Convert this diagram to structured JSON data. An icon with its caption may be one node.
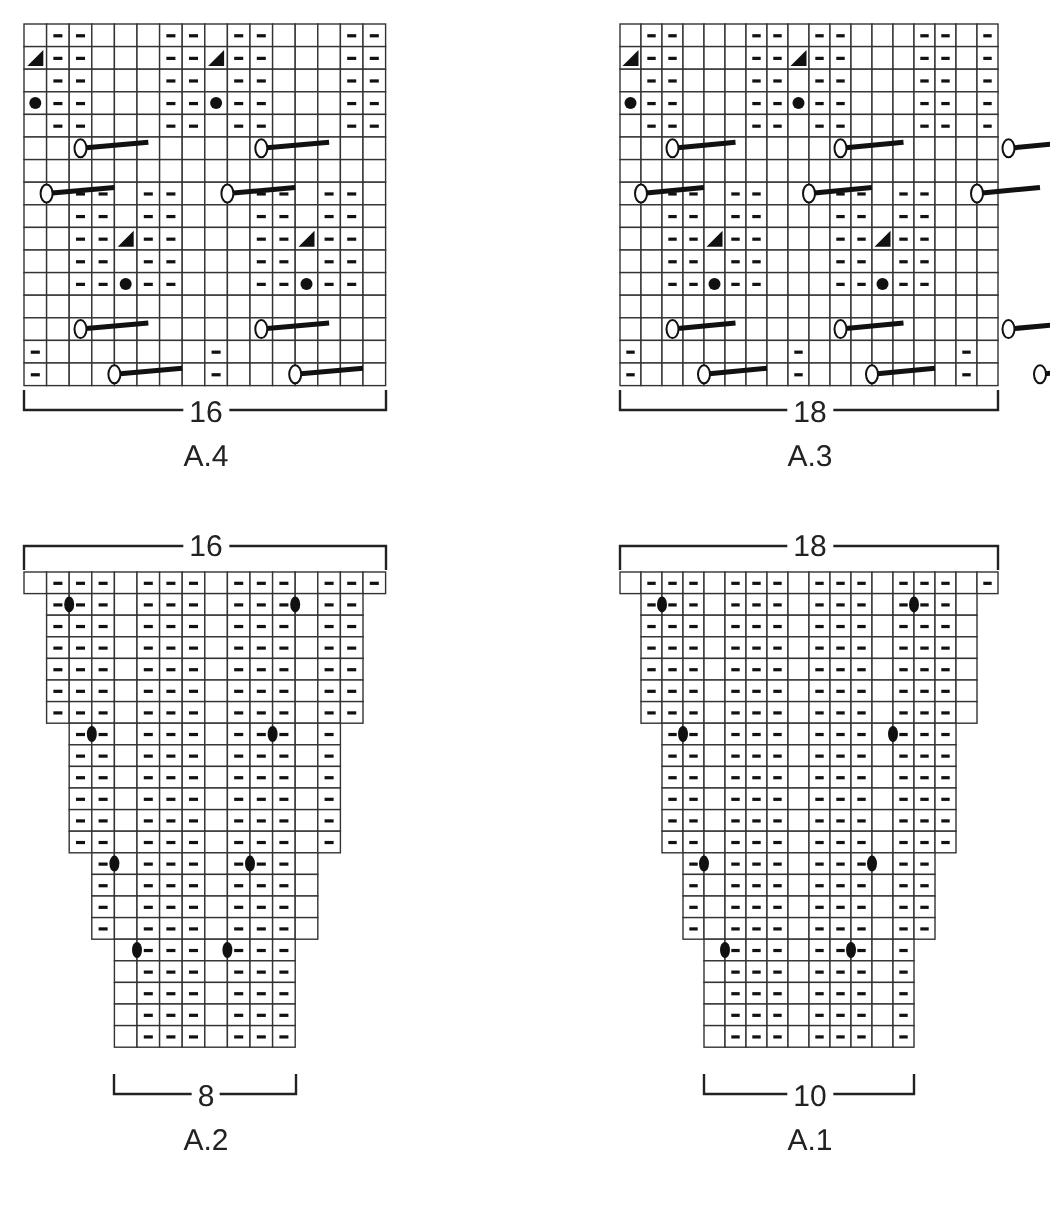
{
  "diagram": {
    "labels": [
      "16",
      "A.4",
      "18",
      "A.3",
      "16",
      "18",
      "8",
      "A.2",
      "10",
      "A.1"
    ]
  }
}
